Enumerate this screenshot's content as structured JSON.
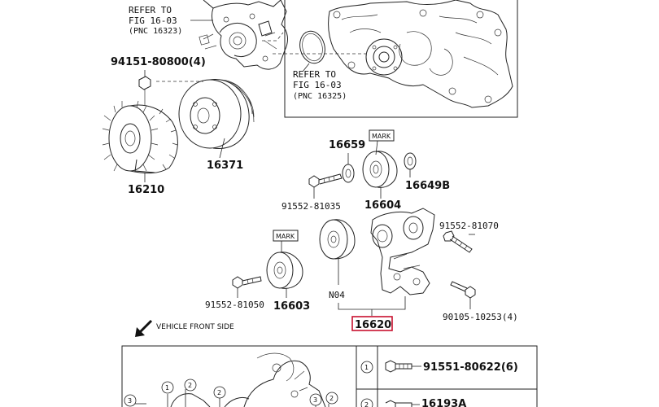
{
  "labels": {
    "refer_top": "REFER TO",
    "fig_top": "FIG 16-03",
    "pnc_top": "(PNC 16323)",
    "refer_right": "REFER TO",
    "fig_right": "FIG 16-03",
    "pnc_right": "(PNC 16325)",
    "bolt_94151": "94151-80800(4)",
    "fan_clutch": "16210",
    "pulley": "16371",
    "washer_16659": "16659",
    "mark_1": "MARK",
    "idler_16604": "16604",
    "cap_16649b": "16649B",
    "bolt_81035": "91552-81035",
    "bolt_81070": "91552-81070",
    "mark_2": "MARK",
    "bolt_81050": "91552-81050",
    "idler_16603": "16603",
    "n04": "N04",
    "tensioner_assy": "16620",
    "bolt_90105": "90105-10253(4)",
    "vehicle_front": "VEHICLE FRONT SIDE",
    "legend_bolt_1": "91551-80622(6)",
    "legend_part_2": "16193A",
    "callout_1": "1",
    "callout_2": "2",
    "callout_3": "3",
    "callout_4": "3",
    "callout_5": "2",
    "callout_6": "2",
    "legend_circle_1": "1",
    "legend_circle_2": "2"
  },
  "colors": {
    "line": "#222222",
    "highlight": "#c8102e",
    "background": "#ffffff"
  },
  "icons": {
    "front_arrow": "arrow-down-left-icon"
  }
}
